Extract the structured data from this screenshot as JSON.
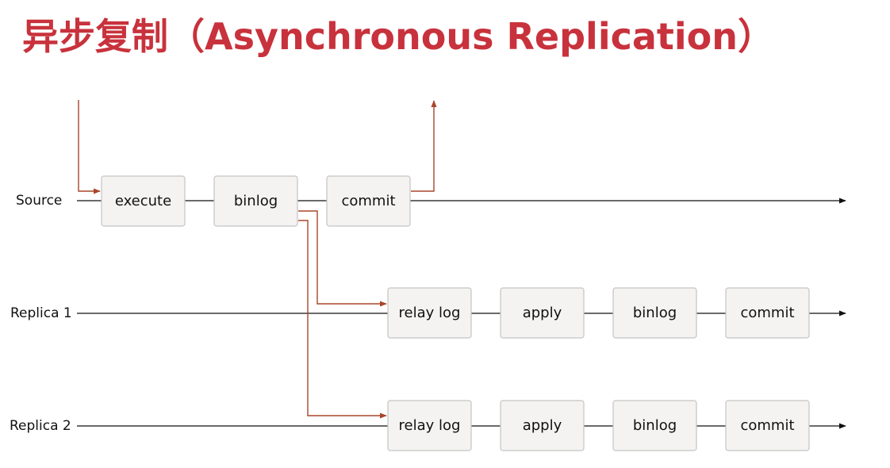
{
  "title": "异步复制（Asynchronous Replication）",
  "colors": {
    "title": "#c8323c",
    "flow_arrow": "#a9462a",
    "timeline": "#111111",
    "box_fill": "#f4f3f1",
    "box_border": "#c4c4c4"
  },
  "lanes": [
    {
      "id": "source",
      "label": "Source",
      "steps": [
        "execute",
        "binlog",
        "commit"
      ]
    },
    {
      "id": "replica1",
      "label": "Replica 1",
      "steps": [
        "relay log",
        "apply",
        "binlog",
        "commit"
      ]
    },
    {
      "id": "replica2",
      "label": "Replica 2",
      "steps": [
        "relay log",
        "apply",
        "binlog",
        "commit"
      ]
    }
  ]
}
